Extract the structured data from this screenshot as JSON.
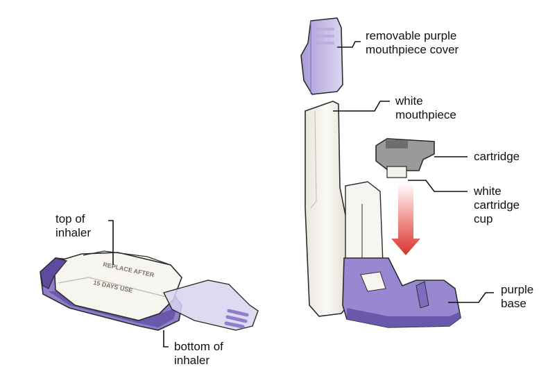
{
  "labels": {
    "cover": "removable purple\nmouthpiece cover",
    "mouthpiece": "white\nmouthpiece",
    "cartridge": "cartridge",
    "cup": "white\ncartridge\ncup",
    "base": "purple\nbase",
    "top": "top of\ninhaler",
    "bottom": "bottom of\ninhaler"
  },
  "inhaler_print": {
    "line1": "REPLACE AFTER",
    "line2": "15  DAYS USE"
  },
  "colors": {
    "purple": "#8a78c4",
    "purple_dark": "#5e4a9e",
    "purple_light": "#c9c1e8",
    "white_part": "#f6f4ee",
    "outline": "#2b2b2b",
    "arrow_red": "#d8322e",
    "gray_cartridge": "#8c8c8c"
  }
}
